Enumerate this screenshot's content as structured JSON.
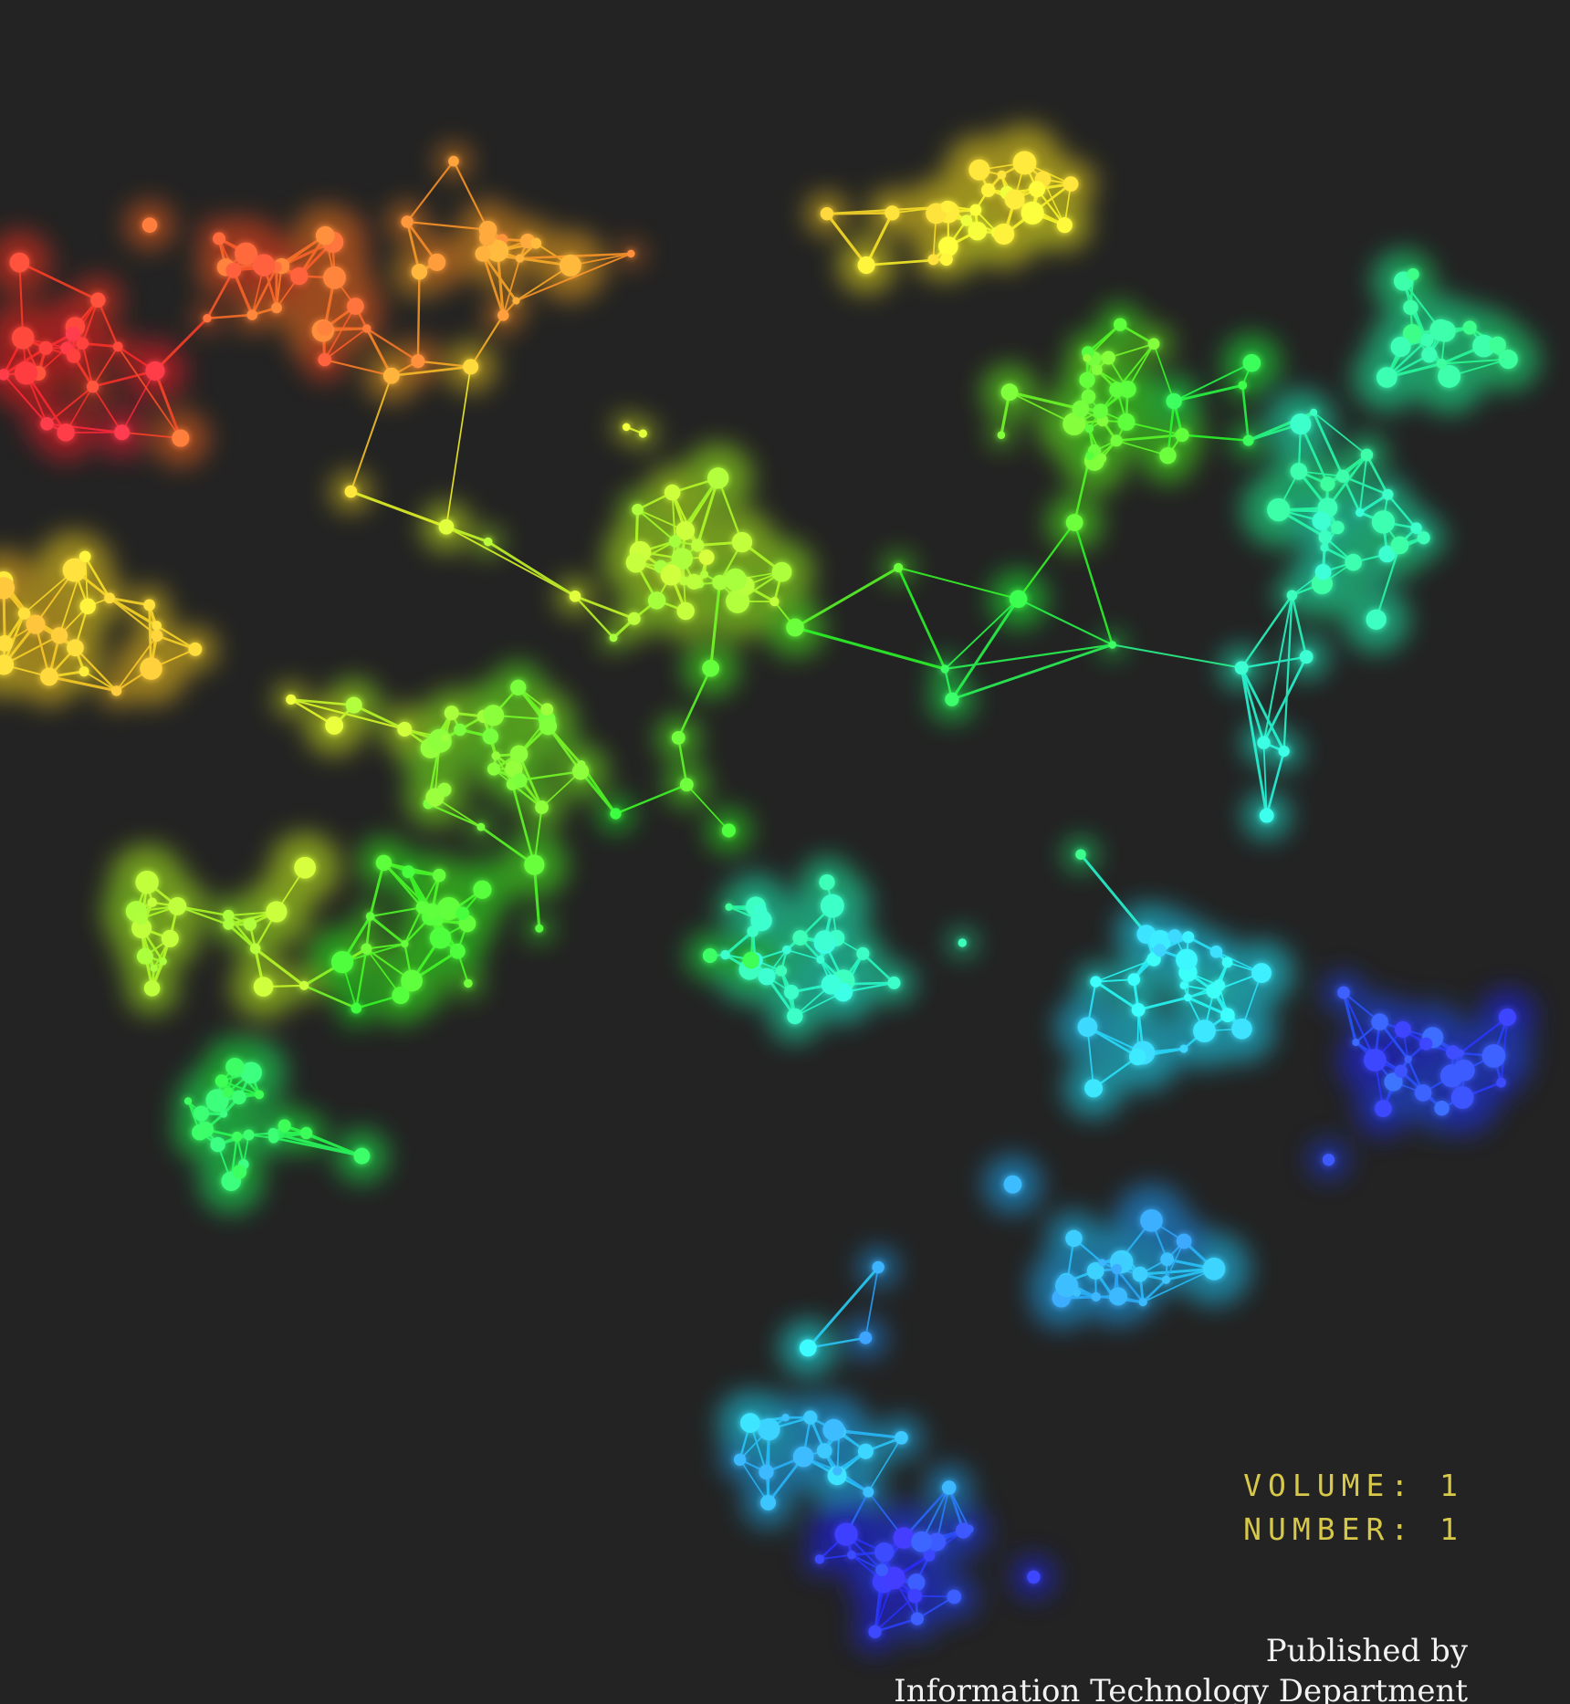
{
  "cover": {
    "background_color": "#232323",
    "artwork": "glowing rainbow network graph",
    "issue": {
      "volume_label": "VOLUME:",
      "volume_value": "1",
      "number_label": "NUMBER:",
      "number_value": "1",
      "text_color": "#d8c84a"
    },
    "publisher": {
      "line1": "Published by",
      "line2": "Information Technology Department",
      "text_color": "#f2f2f2"
    }
  }
}
